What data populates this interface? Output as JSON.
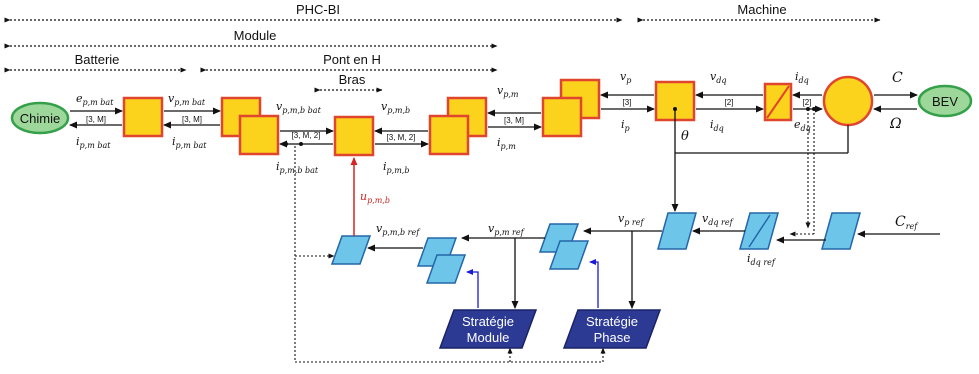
{
  "header": {
    "phcbi": "PHC-BI",
    "machine": "Machine",
    "module": "Module",
    "batterie": "Batterie",
    "pont": "Pont en H",
    "bras": "Bras"
  },
  "sources": {
    "chimie": "Chimie",
    "bev": "BEV"
  },
  "strategies": {
    "module_l1": "Stratégie",
    "module_l2": "Module",
    "phase_l1": "Stratégie",
    "phase_l2": "Phase"
  },
  "signals": {
    "e_bat": "e_{p,m bat}",
    "i_bat_left": "i_{p,m bat}",
    "v_bat": "v_{p,m bat}",
    "i_bat_mid": "i_{p,m bat}",
    "v_pmb_bat": "v_{p,m,b bat}",
    "i_pmb_bat": "i_{p,m,b bat}",
    "v_pmb": "v_{p,m,b}",
    "i_pmb": "i_{p,m,b}",
    "v_pm": "v_{p,m}",
    "i_pm": "i_{p,m}",
    "vp": "v_p",
    "ip": "i_p",
    "vdq": "v_{dq}",
    "idq_left": "i_{dq}",
    "idq_right": "i_{dq}",
    "edq": "e_{dq}",
    "C": "C",
    "Omega": "Ω",
    "theta": "θ",
    "u_pmb": "u_{p,m,b}",
    "v_pmb_ref": "v_{p,m,b ref}",
    "v_pm_ref": "v_{p,m ref}",
    "vp_ref": "v_{p ref}",
    "vdq_ref": "v_{dq ref}",
    "idq_ref": "i_{dq ref}",
    "C_ref": "C_{ref}"
  },
  "dims": {
    "d1": "[3, M]",
    "d2": "[3, M]",
    "d3": "[3, M, 2]",
    "d4": "[3, M, 2]",
    "d5": "[3, M]",
    "d6": "[3]",
    "d7": "[2]",
    "d8": "[2]"
  },
  "colors": {
    "green_fill": "#9ed79a",
    "green_stroke": "#35a04a",
    "yellow_fill": "#fbd21c",
    "red_stroke": "#e0452f",
    "blue_fill": "#6ec5ea",
    "blue_stroke": "#2466a8",
    "dark_blue": "#2c3a94",
    "arrow_red": "#d42424",
    "arrow_blue": "#1a1ad6"
  }
}
